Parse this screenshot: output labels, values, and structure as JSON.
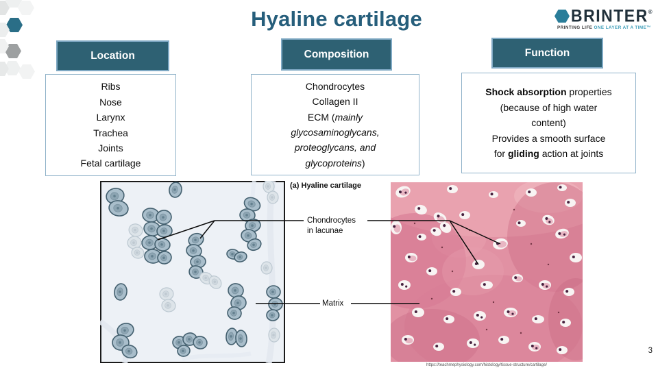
{
  "slide": {
    "title": "Hyaline cartilage",
    "page_number": "3",
    "citation": "https://teachmephysiology.com/histology/tissue-structure/cartilage/"
  },
  "logo": {
    "brand": "BRINTER",
    "registered": "®",
    "tagline_dark": "PRINTING LIFE ",
    "tagline_teal": "ONE LAYER AT A TIME™"
  },
  "columns": [
    {
      "header": "Location",
      "lines": [
        [
          {
            "t": "Ribs"
          }
        ],
        [
          {
            "t": "Nose"
          }
        ],
        [
          {
            "t": "Larynx"
          }
        ],
        [
          {
            "t": "Trachea"
          }
        ],
        [
          {
            "t": "Joints"
          }
        ],
        [
          {
            "t": "Fetal cartilage"
          }
        ]
      ]
    },
    {
      "header": "Composition",
      "lines": [
        [
          {
            "t": "Chondrocytes"
          }
        ],
        [
          {
            "t": "Collagen II"
          }
        ],
        [
          {
            "t": "ECM ("
          },
          {
            "t": "mainly",
            "i": true
          }
        ],
        [
          {
            "t": "glycosaminoglycans,",
            "i": true
          }
        ],
        [
          {
            "t": "proteoglycans, and",
            "i": true
          }
        ],
        [
          {
            "t": "glycoproteins",
            "i": true
          },
          {
            "t": ")"
          }
        ]
      ]
    },
    {
      "header": "Function",
      "lines": [
        [
          {
            "t": "Shock absorption",
            "b": true
          },
          {
            "t": " properties"
          }
        ],
        [
          {
            "t": "(because of high water"
          }
        ],
        [
          {
            "t": "content)"
          }
        ],
        [
          {
            "t": "Provides a smooth surface"
          }
        ],
        [
          {
            "t": "for "
          },
          {
            "t": "gliding",
            "b": true
          },
          {
            "t": " action at joints"
          }
        ]
      ]
    }
  ],
  "figure": {
    "caption": "(a) Hyaline cartilage",
    "chondrocytes_label_line1": "Chondrocytes",
    "chondrocytes_label_line2": "in lacunae",
    "matrix_label": "Matrix"
  },
  "colors": {
    "accent_teal": "#2e6173",
    "title_teal": "#265e7b",
    "logo_teal": "#3c9db8",
    "header_border": "#7fa9c4"
  }
}
